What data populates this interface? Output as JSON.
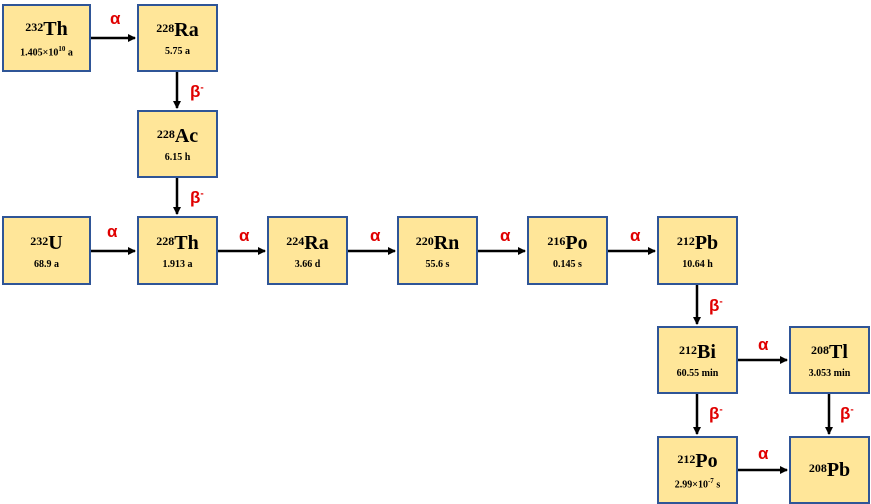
{
  "nuclides": [
    {
      "id": "th232",
      "mass": "232",
      "symbol": "Th",
      "half_life": "1.405×10",
      "exp": "10",
      "unit": " a"
    },
    {
      "id": "ra228",
      "mass": "228",
      "symbol": "Ra",
      "half_life": "5.75 a"
    },
    {
      "id": "ac228",
      "mass": "228",
      "symbol": "Ac",
      "half_life": "6.15 h"
    },
    {
      "id": "u232",
      "mass": "232",
      "symbol": "U",
      "half_life": "68.9 a"
    },
    {
      "id": "th228",
      "mass": "228",
      "symbol": "Th",
      "half_life": "1.913 a"
    },
    {
      "id": "ra224",
      "mass": "224",
      "symbol": "Ra",
      "half_life": "3.66 d"
    },
    {
      "id": "rn220",
      "mass": "220",
      "symbol": "Rn",
      "half_life": "55.6 s"
    },
    {
      "id": "po216",
      "mass": "216",
      "symbol": "Po",
      "half_life": "0.145 s"
    },
    {
      "id": "pb212",
      "mass": "212",
      "symbol": "Pb",
      "half_life": "10.64 h"
    },
    {
      "id": "bi212",
      "mass": "212",
      "symbol": "Bi",
      "half_life": "60.55 min"
    },
    {
      "id": "tl208",
      "mass": "208",
      "symbol": "Tl",
      "half_life": "3.053 min"
    },
    {
      "id": "po212",
      "mass": "212",
      "symbol": "Po",
      "half_life": "2.99×10",
      "exp": "-7",
      "unit": " s"
    },
    {
      "id": "pb208",
      "mass": "208",
      "symbol": "Pb",
      "half_life": ""
    }
  ],
  "decays": {
    "alpha": "α",
    "beta": "β",
    "beta_sup": "-"
  },
  "colors": {
    "box_fill": "#FFE699",
    "box_border": "#2F5597",
    "label": "#E00000"
  }
}
